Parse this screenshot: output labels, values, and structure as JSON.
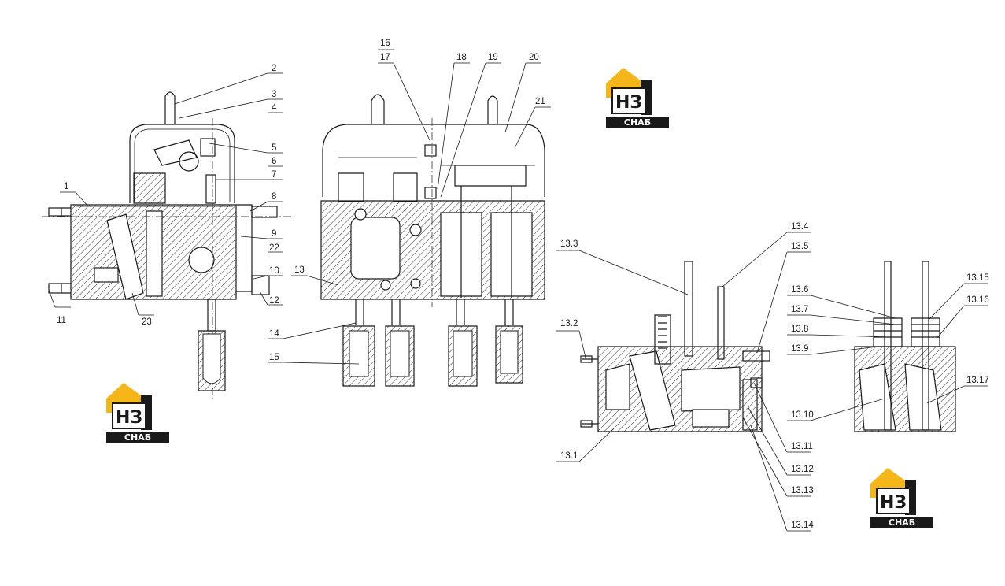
{
  "diagram": {
    "callouts": [
      {
        "id": "c1",
        "text": "1"
      },
      {
        "id": "c2",
        "text": "2"
      },
      {
        "id": "c3",
        "text": "3"
      },
      {
        "id": "c4",
        "text": "4"
      },
      {
        "id": "c5",
        "text": "5"
      },
      {
        "id": "c6",
        "text": "6"
      },
      {
        "id": "c7",
        "text": "7"
      },
      {
        "id": "c8",
        "text": "8"
      },
      {
        "id": "c9",
        "text": "9"
      },
      {
        "id": "c10",
        "text": "10"
      },
      {
        "id": "c11",
        "text": "11"
      },
      {
        "id": "c12",
        "text": "12"
      },
      {
        "id": "c13",
        "text": "13"
      },
      {
        "id": "c14",
        "text": "14"
      },
      {
        "id": "c15",
        "text": "15"
      },
      {
        "id": "c16",
        "text": "16"
      },
      {
        "id": "c17",
        "text": "17"
      },
      {
        "id": "c18",
        "text": "18"
      },
      {
        "id": "c19",
        "text": "19"
      },
      {
        "id": "c20",
        "text": "20"
      },
      {
        "id": "c21",
        "text": "21"
      },
      {
        "id": "c22",
        "text": "22"
      },
      {
        "id": "c23",
        "text": "23"
      },
      {
        "id": "c13_1",
        "text": "13.1"
      },
      {
        "id": "c13_2",
        "text": "13.2"
      },
      {
        "id": "c13_3",
        "text": "13.3"
      },
      {
        "id": "c13_4",
        "text": "13.4"
      },
      {
        "id": "c13_5",
        "text": "13.5"
      },
      {
        "id": "c13_6",
        "text": "13.6"
      },
      {
        "id": "c13_7",
        "text": "13.7"
      },
      {
        "id": "c13_8",
        "text": "13.8"
      },
      {
        "id": "c13_9",
        "text": "13.9"
      },
      {
        "id": "c13_10",
        "text": "13.10"
      },
      {
        "id": "c13_11",
        "text": "13.11"
      },
      {
        "id": "c13_12",
        "text": "13.12"
      },
      {
        "id": "c13_13",
        "text": "13.13"
      },
      {
        "id": "c13_14",
        "text": "13.14"
      },
      {
        "id": "c13_15",
        "text": "13.15"
      },
      {
        "id": "c13_16",
        "text": "13.16"
      },
      {
        "id": "c13_17",
        "text": "13.17"
      }
    ]
  },
  "watermark": {
    "logo_letters": "НЗ",
    "logo_caption": "СНАБ",
    "colors": {
      "roof": "#f5b61a",
      "dark": "#1a1a1a",
      "white": "#ffffff"
    }
  }
}
